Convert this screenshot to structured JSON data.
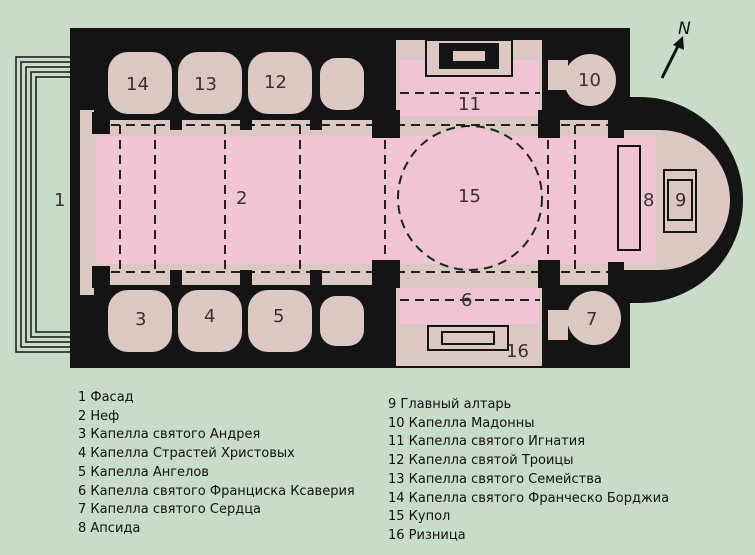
{
  "plan": {
    "labels": {
      "n1": "1",
      "n2": "2",
      "n3": "3",
      "n4": "4",
      "n5": "5",
      "n6": "6",
      "n7": "7",
      "n8": "8",
      "n9": "9",
      "n10": "10",
      "n11": "11",
      "n12": "12",
      "n13": "13",
      "n14": "14",
      "n15": "15",
      "n16": "16"
    },
    "north": "N",
    "colors": {
      "background": "#c9dcc9",
      "walls": "#141414",
      "room_fill": "#dcc8c2",
      "highlight": "#f3c4d4"
    }
  },
  "legend": {
    "left": [
      "1 Фасад",
      "2 Неф",
      "3 Капелла святого Андрея",
      "4 Капелла Страстей Христовых",
      "5 Капелла Ангелов",
      "6 Капелла святого Франциска Ксаверия",
      "7 Капелла святого Сердца",
      "8 Апсида"
    ],
    "right": [
      "9 Главный алтарь",
      "10 Капелла Мадонны",
      "11 Капелла святого Игнатия",
      "12 Капелла святой Троицы",
      "13 Капелла святого Семейства",
      "14 Капелла святого Франческо Борджиа",
      "15 Купол",
      "16 Ризница"
    ]
  }
}
